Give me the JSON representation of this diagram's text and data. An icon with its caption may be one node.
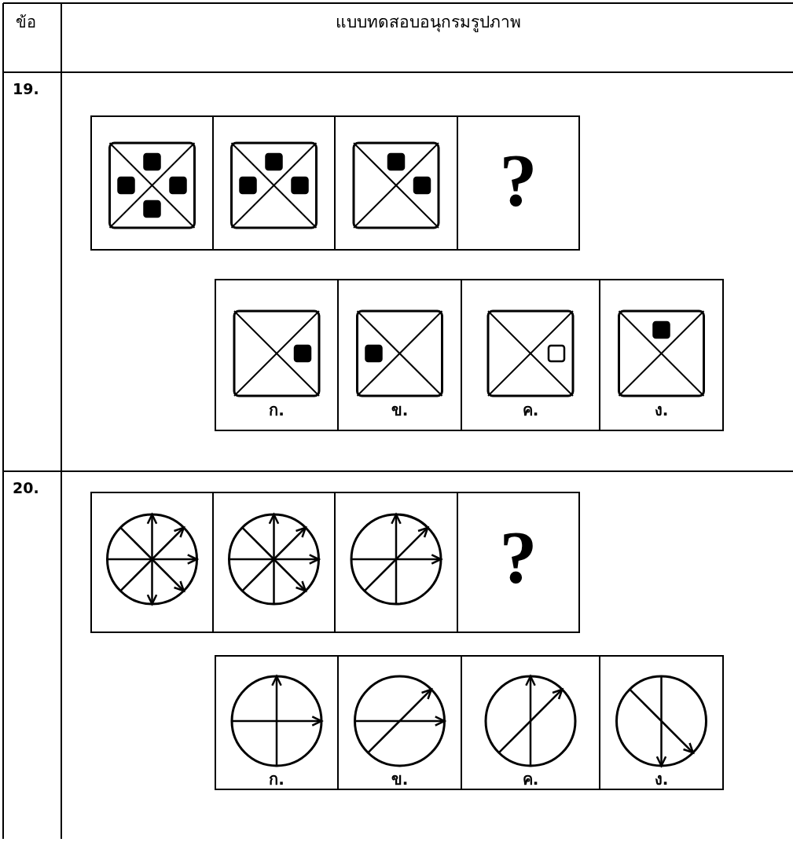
{
  "diagram": {
    "labels": [
      "ข้อ",
      "แบบทดสอบอนุกรมรูปภาพ",
      "19.",
      "?",
      "ก.",
      "ข.",
      "ค.",
      "ง.",
      "20.",
      "?",
      "ก.",
      "ข.",
      "ค.",
      "ง."
    ]
  }
}
